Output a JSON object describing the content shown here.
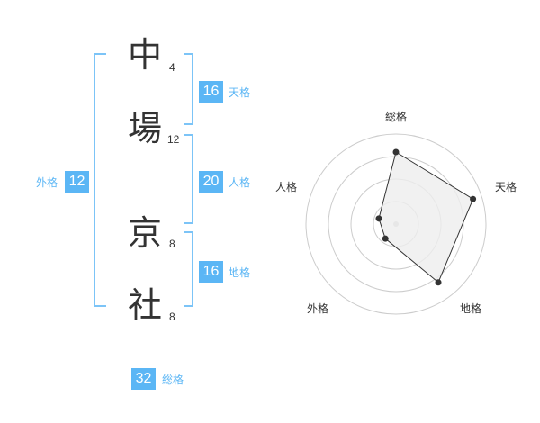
{
  "colors": {
    "accent": "#5bb6f5",
    "accent_light": "#7cc4f7",
    "text": "#333333",
    "radar_fill": "#eeeeee",
    "radar_line": "#333333",
    "grid": "#cccccc"
  },
  "name": {
    "chars": [
      {
        "char": "中",
        "strokes": "4"
      },
      {
        "char": "場",
        "strokes": "12"
      },
      {
        "char": "京",
        "strokes": "8"
      },
      {
        "char": "社",
        "strokes": "8"
      }
    ]
  },
  "fortune": {
    "tenkaku": {
      "value": "16",
      "label": "天格"
    },
    "jinkaku": {
      "value": "20",
      "label": "人格"
    },
    "chikaku": {
      "value": "16",
      "label": "地格"
    },
    "gaikaku": {
      "value": "12",
      "label": "外格"
    },
    "soukaku": {
      "value": "32",
      "label": "総格"
    }
  },
  "chart_data": {
    "type": "radar",
    "axes": [
      "総格",
      "天格",
      "地格",
      "外格",
      "人格"
    ],
    "values": [
      0.8,
      0.9,
      0.8,
      0.2,
      0.2
    ],
    "rings": 4,
    "max": 1
  }
}
